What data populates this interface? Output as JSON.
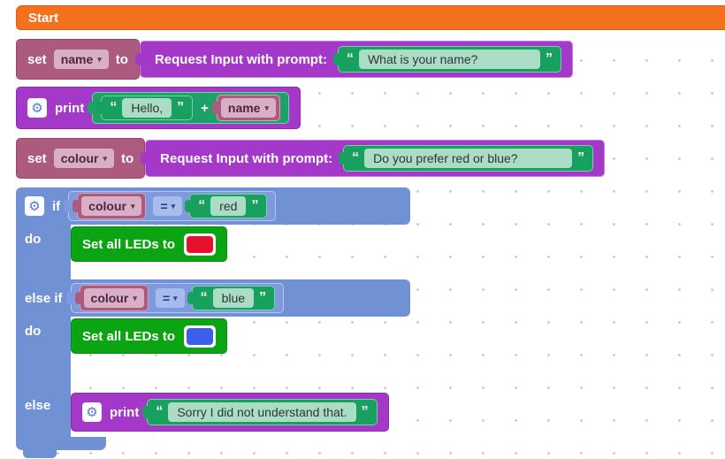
{
  "icons": {
    "gear": "⚙",
    "dropdown_arrow": "▾"
  },
  "quotes": {
    "open": "“",
    "close": "”"
  },
  "palette": {
    "start_orange": "#f3701d",
    "variable_pink": "#ac5b7e",
    "purple": "#a438c8",
    "text_green": "#17a05e",
    "logic_blue": "#7191d5",
    "led_green": "#0ba513"
  },
  "start": {
    "label": "Start"
  },
  "set_name": {
    "set_label": "set",
    "var_name": "name",
    "to_label": "to",
    "request_label": "Request Input with prompt:",
    "prompt": "What is your name?"
  },
  "print_hello": {
    "print_label": "print",
    "left_string": "Hello,",
    "operator": "+",
    "var_name": "name"
  },
  "set_colour": {
    "set_label": "set",
    "var_name": "colour",
    "to_label": "to",
    "request_label": "Request Input with prompt:",
    "prompt": "Do you prefer red or blue?"
  },
  "if_block": {
    "if_label": "if",
    "do_label_1": "do",
    "else_if_label": "else if",
    "do_label_2": "do",
    "else_label": "else",
    "condition_1": {
      "variable": "colour",
      "operator": "=",
      "value": "red"
    },
    "condition_2": {
      "variable": "colour",
      "operator": "=",
      "value": "blue"
    },
    "set_leds_1": {
      "label": "Set all LEDs to",
      "color": "#e8112d"
    },
    "set_leds_2": {
      "label": "Set all LEDs to",
      "color": "#3b5fe8"
    },
    "else_print": {
      "print_label": "print",
      "string": "Sorry I did not understand that."
    }
  }
}
